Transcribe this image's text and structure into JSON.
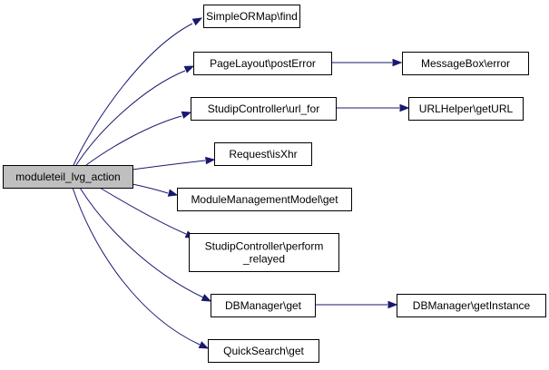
{
  "graph": {
    "nodes": [
      {
        "id": "root",
        "lines": [
          "moduleteil_lvg_action"
        ],
        "root": true
      },
      {
        "id": "find",
        "lines": [
          "SimpleORMap\\find"
        ]
      },
      {
        "id": "postError",
        "lines": [
          "PageLayout\\postError"
        ]
      },
      {
        "id": "msgError",
        "lines": [
          "MessageBox\\error"
        ]
      },
      {
        "id": "urlFor",
        "lines": [
          "StudipController\\url_for"
        ]
      },
      {
        "id": "getURL",
        "lines": [
          "URLHelper\\getURL"
        ]
      },
      {
        "id": "isXhr",
        "lines": [
          "Request\\isXhr"
        ]
      },
      {
        "id": "mmmGet",
        "lines": [
          "ModuleManagementModel\\get"
        ]
      },
      {
        "id": "perform",
        "lines": [
          "StudipController\\perform",
          "_relayed"
        ]
      },
      {
        "id": "dbGet",
        "lines": [
          "DBManager\\get"
        ]
      },
      {
        "id": "dbInst",
        "lines": [
          "DBManager\\getInstance"
        ]
      },
      {
        "id": "qsGet",
        "lines": [
          "QuickSearch\\get"
        ]
      }
    ],
    "edges": [
      {
        "from": "root",
        "to": "find"
      },
      {
        "from": "root",
        "to": "postError"
      },
      {
        "from": "postError",
        "to": "msgError"
      },
      {
        "from": "root",
        "to": "urlFor"
      },
      {
        "from": "urlFor",
        "to": "getURL"
      },
      {
        "from": "root",
        "to": "isXhr"
      },
      {
        "from": "root",
        "to": "mmmGet"
      },
      {
        "from": "root",
        "to": "perform"
      },
      {
        "from": "root",
        "to": "dbGet"
      },
      {
        "from": "dbGet",
        "to": "dbInst"
      },
      {
        "from": "root",
        "to": "qsGet"
      }
    ],
    "colors": {
      "edge": "#191970",
      "root_fill": "#bfbfbf",
      "node_fill": "#ffffff",
      "border": "#000000"
    }
  }
}
